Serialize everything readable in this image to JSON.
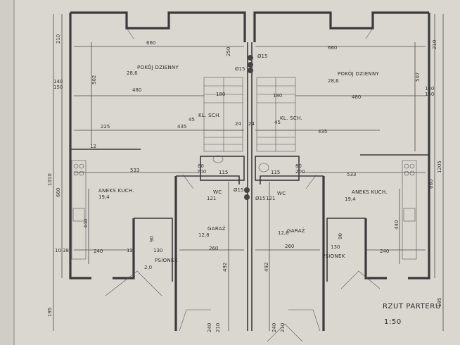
{
  "rooms": {
    "left_living": "POKÓJ DZIENNY",
    "left_living_area": "28,6",
    "right_living": "POKÓJ DZIENNY",
    "right_living_area": "28,6",
    "left_stairs": "KL. SCH.",
    "right_stairs": "KL. SCH.",
    "left_kitchen": "ANEKS KUCH.",
    "left_kitchen_area": "19,4",
    "right_kitchen": "ANEKS KUCH.",
    "right_kitchen_area": "19,4",
    "left_garage": "GARAŻ",
    "left_garage_area": "12,8",
    "right_garage": "GARAŻ",
    "right_garage_area": "12,8",
    "left_wc": "WC",
    "right_wc": "WC",
    "left_storage": "PSIONEK",
    "left_storage_area": "2,0",
    "right_storage": "PSIONEK"
  },
  "dimensions": {
    "d660_left": "660",
    "d660_right": "660",
    "d480_left": "480",
    "d480_right": "480",
    "d435_left": "435",
    "d435_right": "435",
    "d225": "225",
    "d533_left": "533",
    "d533_right": "533",
    "d240_left": "240",
    "d240_right": "240",
    "d260_left": "260",
    "d260_right": "260",
    "d492_left": "492",
    "d492_right": "492",
    "d502": "502",
    "d507": "507",
    "d440_left": "440",
    "d440_right": "440",
    "d1010": "1010",
    "d1205": "1205",
    "d660_vleft": "660",
    "d660_vright": "660",
    "d195_left": "195",
    "d195_right": "195",
    "d210_left": "210",
    "d210_right": "210",
    "d140_left": "140",
    "d150_left": "150",
    "d140_right": "140",
    "d150_right": "150",
    "d180_left": "180",
    "d180_right": "180",
    "d250": "250",
    "d130_left": "130",
    "d130_right": "130",
    "d115_left": "115",
    "d115_right": "115",
    "d80_left": "80",
    "d80_right": "80",
    "d200_left": "200",
    "d200_right": "200",
    "d90_left": "90",
    "d90_right": "90",
    "d12_a": "12",
    "d12_b": "12",
    "d121_left": "121",
    "d121_right": "121",
    "d38": "38",
    "d10": "10",
    "d45_left": "45",
    "d45_right": "45",
    "d24_left": "24",
    "d24_right": "24",
    "d240_bl": "240",
    "d210_bl": "210",
    "d240_br": "240",
    "d210_br": "210",
    "d15_a": "Ø15",
    "d15_b": "Ø15",
    "d15_c": "Ø15",
    "d15_d": "Ø15"
  },
  "sheet": {
    "title": "RZUT PARTERU",
    "scale": "1:50"
  }
}
